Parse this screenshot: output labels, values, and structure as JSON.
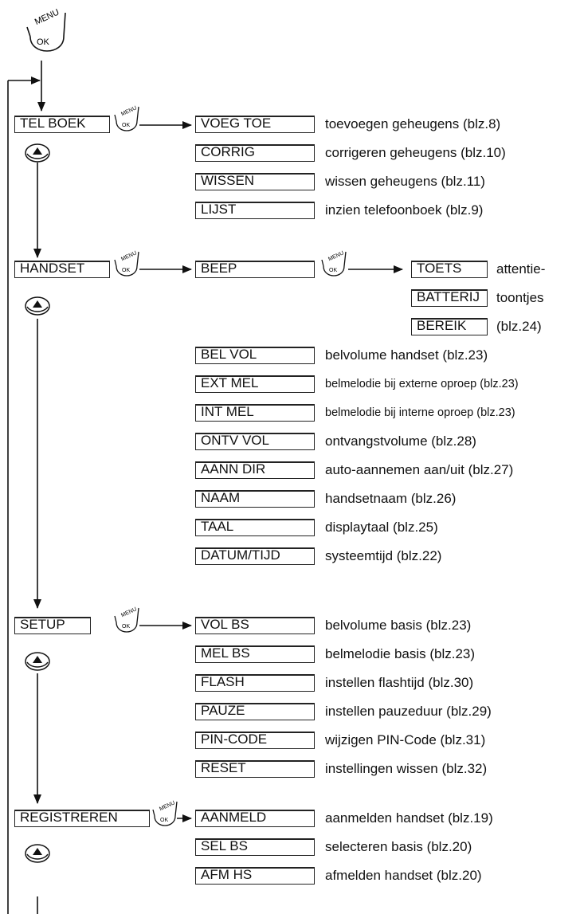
{
  "key_labels": {
    "menu": "MENU",
    "ok": "OK"
  },
  "sections": [
    {
      "label": "TEL BOEK",
      "items": [
        {
          "label": "VOEG TOE",
          "desc": "toevoegen geheugens (blz.8)"
        },
        {
          "label": "CORRIG",
          "desc": "corrigeren geheugens (blz.10)"
        },
        {
          "label": "WISSEN",
          "desc": "wissen geheugens (blz.11)"
        },
        {
          "label": "LIJST",
          "desc": "inzien telefoonboek (blz.9)"
        }
      ]
    },
    {
      "label": "HANDSET",
      "items": [
        {
          "label": "BEEP",
          "desc": ""
        },
        {
          "label": "BEL VOL",
          "desc": "belvolume handset (blz.23)"
        },
        {
          "label": "EXT MEL",
          "desc": "belmelodie bij externe oproep (blz.23)"
        },
        {
          "label": "INT MEL",
          "desc": "belmelodie bij interne oproep (blz.23)"
        },
        {
          "label": "ONTV VOL",
          "desc": "ontvangstvolume (blz.28)"
        },
        {
          "label": "AANN DIR",
          "desc": "auto-aannemen aan/uit (blz.27)"
        },
        {
          "label": "NAAM",
          "desc": "handsetnaam (blz.26)"
        },
        {
          "label": "TAAL",
          "desc": "displaytaal (blz.25)"
        },
        {
          "label": "DATUM/TIJD",
          "desc": "systeemtijd (blz.22)"
        }
      ],
      "beep_sub": [
        {
          "label": "TOETS",
          "desc": "attentie-"
        },
        {
          "label": "BATTERIJ",
          "desc": "toontjes"
        },
        {
          "label": "BEREIK",
          "desc": "(blz.24)"
        }
      ]
    },
    {
      "label": "SETUP",
      "items": [
        {
          "label": "VOL BS",
          "desc": "belvolume basis (blz.23)"
        },
        {
          "label": "MEL BS",
          "desc": "belmelodie basis (blz.23)"
        },
        {
          "label": "FLASH",
          "desc": "instellen flashtijd (blz.30)"
        },
        {
          "label": "PAUZE",
          "desc": "instellen pauzeduur (blz.29)"
        },
        {
          "label": "PIN-CODE",
          "desc": "wijzigen PIN-Code (blz.31)"
        },
        {
          "label": "RESET",
          "desc": "instellingen wissen (blz.32)"
        }
      ]
    },
    {
      "label": "REGISTREREN",
      "items": [
        {
          "label": "AANMELD",
          "desc": "aanmelden handset (blz.19)"
        },
        {
          "label": "SEL BS",
          "desc": "selecteren basis (blz.20)"
        },
        {
          "label": "AFM HS",
          "desc": "afmelden handset (blz.20)"
        }
      ]
    }
  ]
}
